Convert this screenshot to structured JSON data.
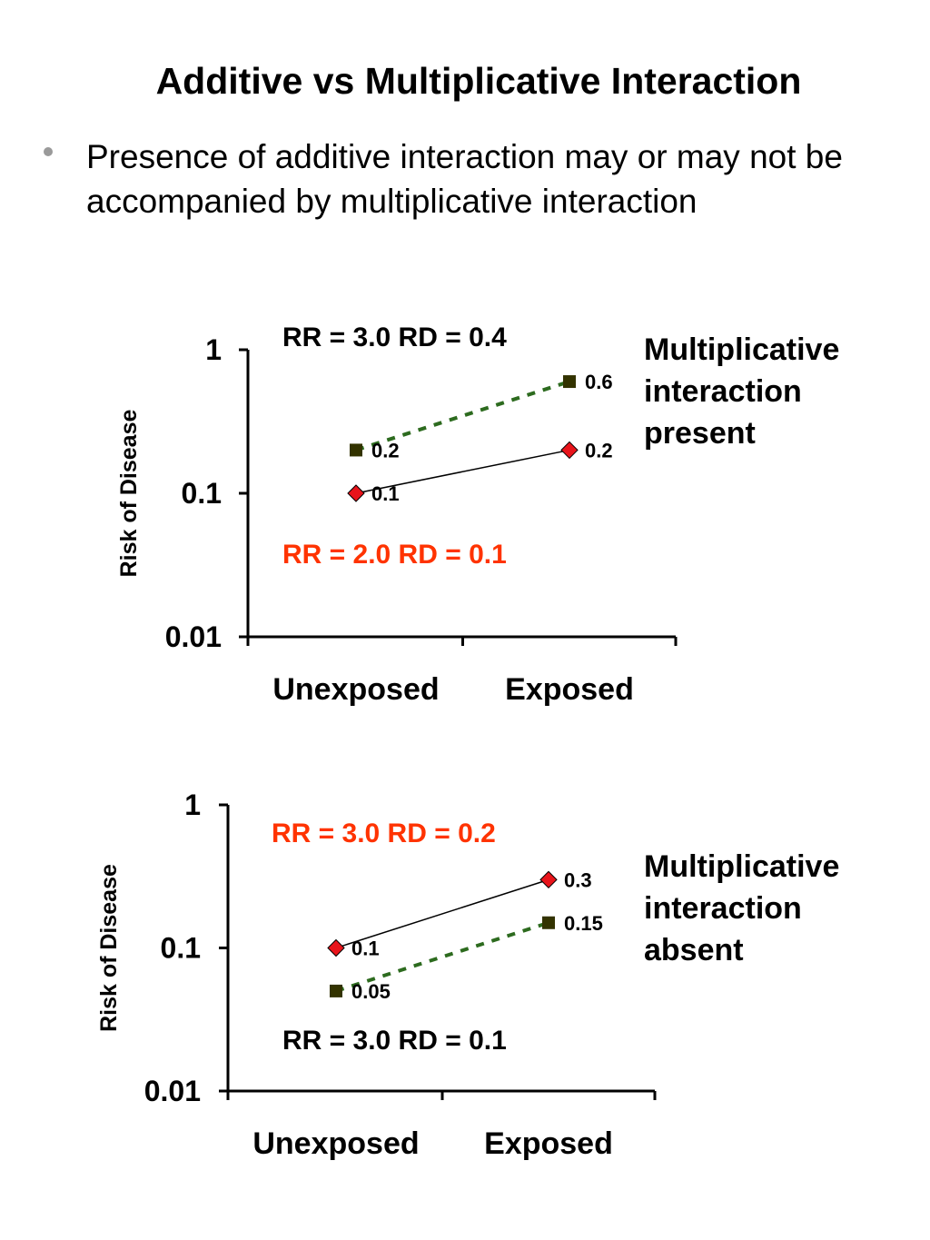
{
  "title": "Additive vs Multiplicative Interaction",
  "bullet": "Presence of additive interaction may or may not be accompanied by multiplicative interaction",
  "chart_data": [
    {
      "type": "line",
      "yscale": "log",
      "ylabel": "Risk of Disease",
      "ylim": [
        0.01,
        1
      ],
      "yticks": [
        "1",
        "0.1",
        "0.01"
      ],
      "categories": [
        "Unexposed",
        "Exposed"
      ],
      "grid": false,
      "series": [
        {
          "values": [
            0.2,
            0.6
          ],
          "labels": [
            "0.2",
            "0.6"
          ],
          "marker": "square",
          "line": "dashed",
          "color": "#2d6b1f",
          "markerColor": "#333300"
        },
        {
          "values": [
            0.1,
            0.2
          ],
          "labels": [
            "0.1",
            "0.2"
          ],
          "marker": "diamond",
          "line": "solid",
          "color": "#000000",
          "markerColor": "#e8141b"
        }
      ],
      "annotations": [
        {
          "text": "RR = 3.0   RD = 0.4",
          "color": "#000000"
        },
        {
          "text": "RR = 2.0   RD = 0.1",
          "color": "#ff3300"
        }
      ],
      "side_note": [
        "Multiplicative",
        "interaction",
        "present"
      ]
    },
    {
      "type": "line",
      "yscale": "log",
      "ylabel": "Risk of Disease",
      "ylim": [
        0.01,
        1
      ],
      "yticks": [
        "1",
        "0.1",
        "0.01"
      ],
      "categories": [
        "Unexposed",
        "Exposed"
      ],
      "grid": false,
      "series": [
        {
          "values": [
            0.1,
            0.3
          ],
          "labels": [
            "0.1",
            "0.3"
          ],
          "marker": "diamond",
          "line": "solid",
          "color": "#000000",
          "markerColor": "#e8141b"
        },
        {
          "values": [
            0.05,
            0.15
          ],
          "labels": [
            "0.05",
            "0.15"
          ],
          "marker": "square",
          "line": "dashed",
          "color": "#2d6b1f",
          "markerColor": "#333300"
        }
      ],
      "annotations": [
        {
          "text": "RR = 3.0   RD = 0.2",
          "color": "#ff3300"
        },
        {
          "text": "RR = 3.0   RD = 0.1",
          "color": "#000000"
        }
      ],
      "side_note": [
        "Multiplicative",
        "interaction",
        "absent"
      ]
    }
  ]
}
